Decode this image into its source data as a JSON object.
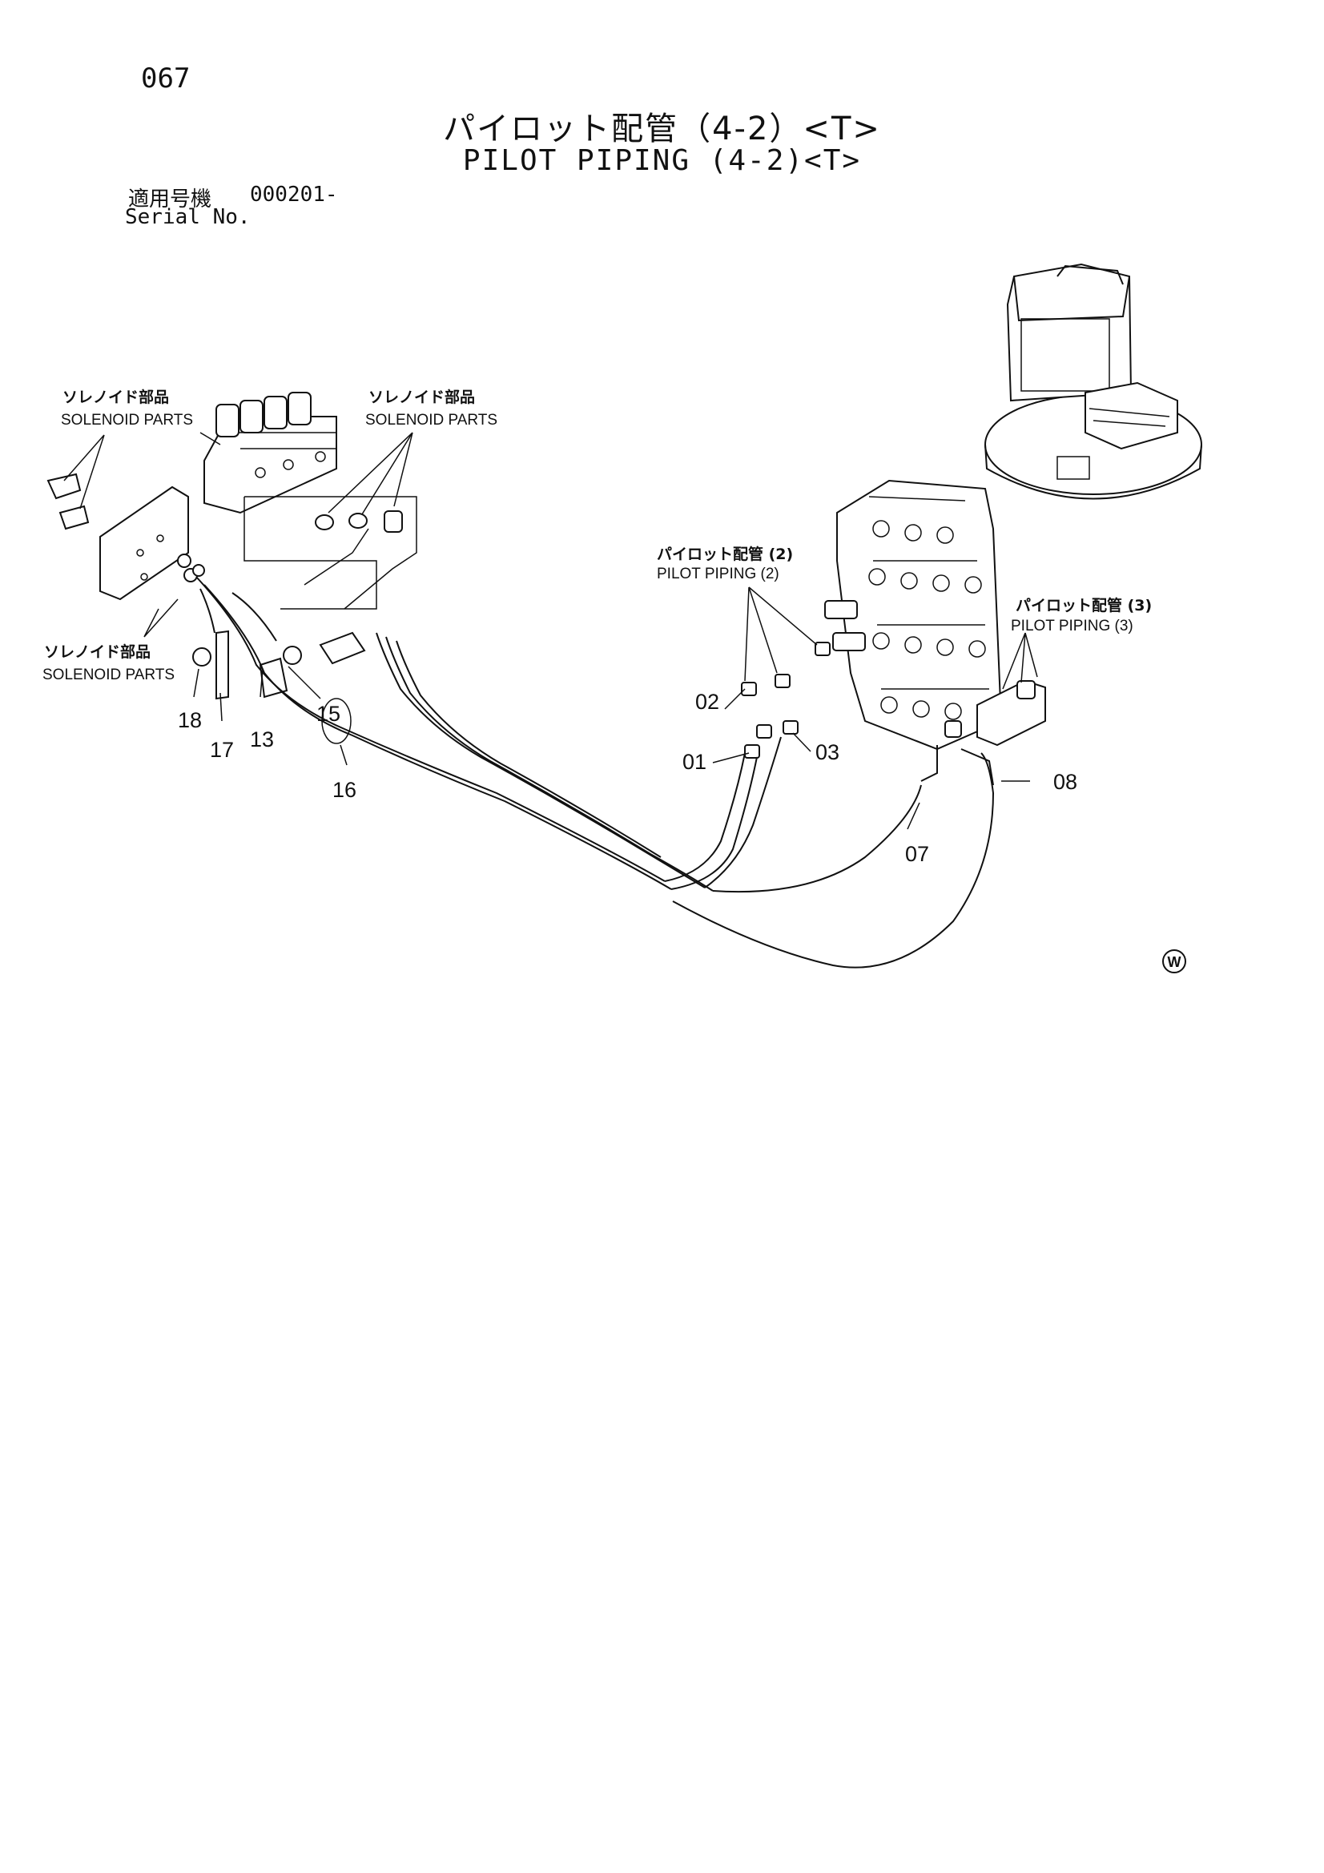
{
  "header": {
    "page_number": "067",
    "title_jp": "パイロット配管（4-2）<T>",
    "title_en": "PILOT PIPING (4-2)<T>",
    "serial_label_jp": "適用号機",
    "serial_value": "000201-",
    "serial_label_en": "Serial No."
  },
  "callouts": {
    "solenoid_top_left_jp": "ソレノイド部品",
    "solenoid_top_left_en": "SOLENOID PARTS",
    "solenoid_top_right_jp": "ソレノイド部品",
    "solenoid_top_right_en": "SOLENOID PARTS",
    "solenoid_bottom_left_jp": "ソレノイド部品",
    "solenoid_bottom_left_en": "SOLENOID PARTS",
    "pilot_piping_2_jp": "パイロット配管 (2)",
    "pilot_piping_2_en": "PILOT PIPING (2)",
    "pilot_piping_3_jp": "パイロット配管 (3)",
    "pilot_piping_3_en": "PILOT PIPING (3)"
  },
  "part_numbers": {
    "p01": "01",
    "p02": "02",
    "p03": "03",
    "p07": "07",
    "p08": "08",
    "p13": "13",
    "p15": "15",
    "p16": "16",
    "p17": "17",
    "p18": "18"
  },
  "mark": "W"
}
